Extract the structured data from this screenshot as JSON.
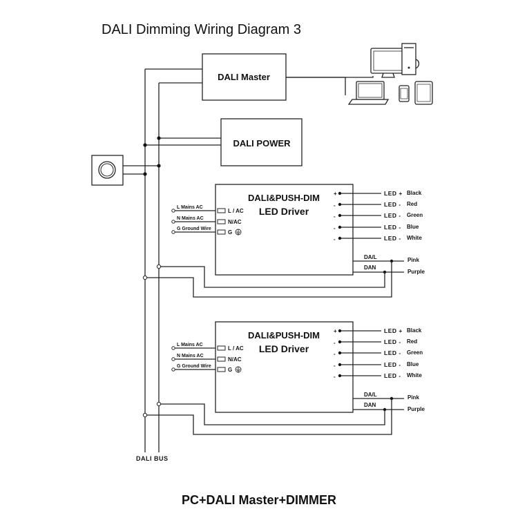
{
  "title": "DALI  Dimming  Wiring Diagram 3",
  "dali_master": {
    "label": "DALI Master"
  },
  "dali_power": {
    "label": "DALI POWER"
  },
  "bus_label": "DALI  BUS",
  "footer": "PC+DALI Master+DIMMER",
  "drivers": [
    {
      "title_line1": "DALI&PUSH-DIM",
      "title_line2": "LED Driver",
      "inputs": [
        {
          "label": "L Mains AC",
          "terminal": "L / AC"
        },
        {
          "label": "N Mains AC",
          "terminal": "N/AC"
        },
        {
          "label": "G Ground Wire",
          "terminal": "G"
        }
      ],
      "outputs": [
        {
          "sign": "+",
          "led": "LED +",
          "color": "Black"
        },
        {
          "sign": "-",
          "led": "LED -",
          "color": "Red"
        },
        {
          "sign": "-",
          "led": "LED -",
          "color": "Green"
        },
        {
          "sign": "-",
          "led": "LED -",
          "color": "Blue"
        },
        {
          "sign": "-",
          "led": "LED -",
          "color": "White"
        }
      ],
      "dali_terminals": [
        {
          "terminal": "DA/L",
          "color": "Pink"
        },
        {
          "terminal": "DAN",
          "color": "Purple"
        }
      ]
    },
    {
      "title_line1": "DALI&PUSH-DIM",
      "title_line2": "LED Driver",
      "inputs": [
        {
          "label": "L Mains AC",
          "terminal": "L / AC"
        },
        {
          "label": "N Mains AC",
          "terminal": "N/AC"
        },
        {
          "label": "G Ground Wire",
          "terminal": "G"
        }
      ],
      "outputs": [
        {
          "sign": "+",
          "led": "LED +",
          "color": "Black"
        },
        {
          "sign": "-",
          "led": "LED -",
          "color": "Red"
        },
        {
          "sign": "-",
          "led": "LED -",
          "color": "Green"
        },
        {
          "sign": "-",
          "led": "LED -",
          "color": "Blue"
        },
        {
          "sign": "-",
          "led": "LED -",
          "color": "White"
        }
      ],
      "dali_terminals": [
        {
          "terminal": "DA/L",
          "color": "Pink"
        },
        {
          "terminal": "DAN",
          "color": "Purple"
        }
      ]
    }
  ]
}
